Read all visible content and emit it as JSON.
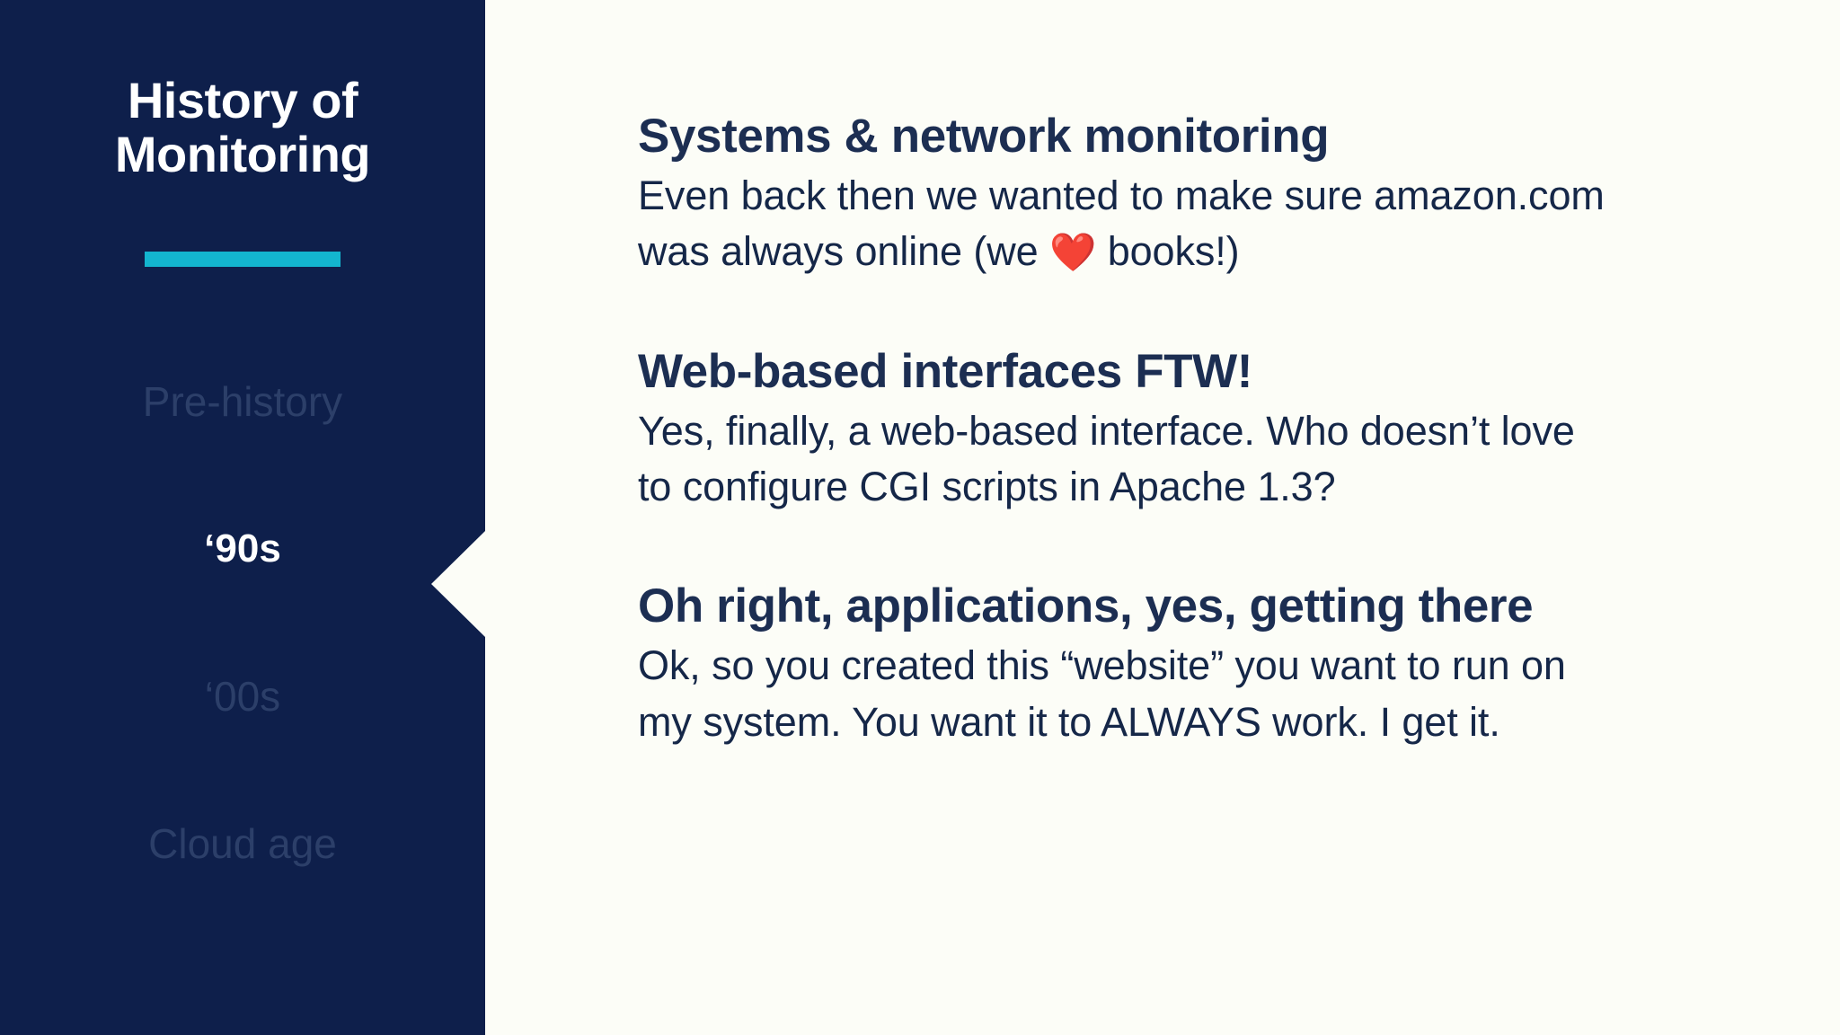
{
  "slide": {
    "background_color": "#FCFDF7",
    "accent_color": "#13B5CF",
    "sidebar_color": "#0E1F4B",
    "heading_color": "#1C2E52"
  },
  "sidebar": {
    "title_line1": "History of",
    "title_line2": "Monitoring",
    "accent_rule": "accent-divider",
    "active_index": 1,
    "items": [
      {
        "label": "Pre-history",
        "active": false
      },
      {
        "label": "‘90s",
        "active": true
      },
      {
        "label": "‘00s",
        "active": false
      },
      {
        "label": "Cloud age",
        "active": false
      }
    ]
  },
  "main": {
    "blocks": [
      {
        "heading": "Systems & network monitoring",
        "body_line1": "Even back then we wanted to make sure amazon.com",
        "body_line2_pre": "was always online (we ",
        "body_emoji": "❤️",
        "body_line2_post": " books!)"
      },
      {
        "heading": "Web-based interfaces FTW!",
        "body_line1": "Yes, finally, a web-based interface. Who doesn’t love",
        "body_line2": "to configure CGI scripts in Apache 1.3?"
      },
      {
        "heading": "Oh right, applications, yes, getting there",
        "body_line1": "Ok, so you created this “website” you want to run on",
        "body_line2": "my system. You want it to ALWAYS work. I get it."
      }
    ]
  }
}
